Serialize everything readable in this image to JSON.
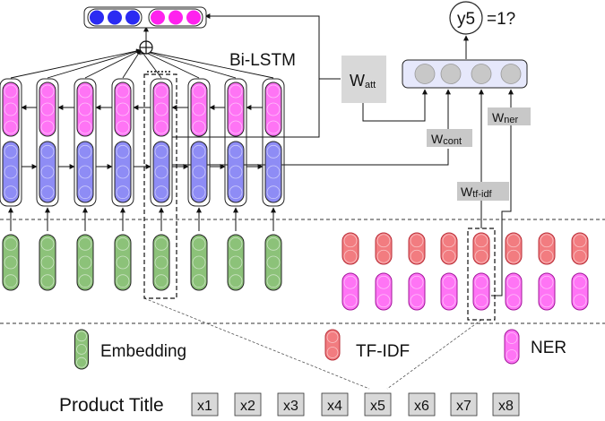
{
  "output": {
    "label": "y5",
    "question": "=1?"
  },
  "bilstm_label": "Bi-LSTM",
  "weights": {
    "att": {
      "main": "W",
      "sub": "att"
    },
    "cont": {
      "main": "W",
      "sub": "cont"
    },
    "ner": {
      "main": "W",
      "sub": "ner"
    },
    "tfidf": {
      "main": "W",
      "sub": "tf-idf"
    }
  },
  "legend": {
    "embedding": "Embedding",
    "tfidf": "TF-IDF",
    "ner": "NER"
  },
  "product_title": {
    "label": "Product Title",
    "tokens": [
      "x1",
      "x2",
      "x3",
      "x4",
      "x5",
      "x6",
      "x7",
      "x8"
    ]
  },
  "colors": {
    "green": "#8cc279",
    "pink": "#ff74f5",
    "blue": "#8e8cf5",
    "red": "#f27c80",
    "gray": "#c8c8c8",
    "box_gray": "#d8d8d8",
    "output_layer": "#e6e8fb",
    "concat_blue": "#2b2bf2",
    "concat_pink": "#ff22ee"
  }
}
